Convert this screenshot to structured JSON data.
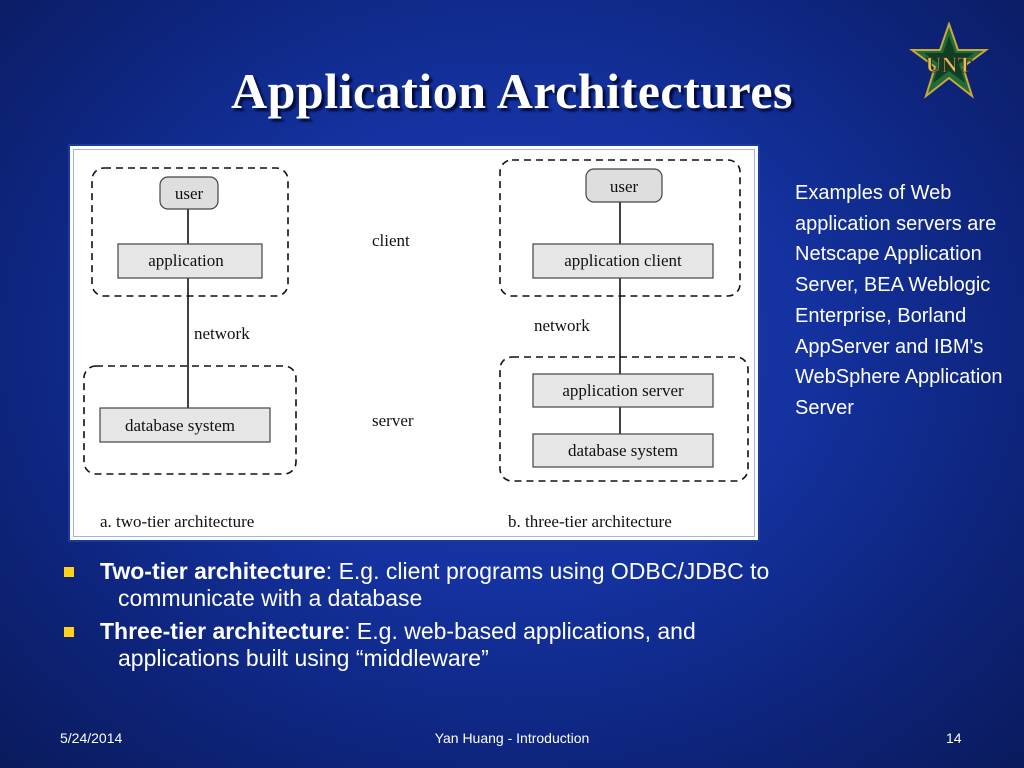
{
  "slide": {
    "title": "Application Architectures",
    "side_note": "Examples of Web application servers are Netscape Application Server, BEA Weblogic Enterprise, Borland AppServer and IBM's WebSphere Application Server",
    "bullets": [
      {
        "term": "Two-tier architecture",
        "rest_line1": ":  E.g. client programs using ODBC/JDBC to",
        "rest_line2": "communicate with a database"
      },
      {
        "term": "Three-tier architecture",
        "rest_line1": ": E.g. web-based applications, and",
        "rest_line2": "applications built using “middleware”"
      }
    ],
    "footer": {
      "date": "5/24/2014",
      "center": "Yan Huang - Introduction",
      "page": "14"
    },
    "logo_text": "UNT"
  },
  "diagram": {
    "two_tier": {
      "user": "user",
      "application": "application",
      "network": "network",
      "database": "database system",
      "caption": "a.  two-tier architecture"
    },
    "middle": {
      "client": "client",
      "server": "server"
    },
    "three_tier": {
      "user": "user",
      "application_client": "application client",
      "network": "network",
      "application_server": "application server",
      "database": "database system",
      "caption": "b.  three-tier architecture"
    }
  },
  "colors": {
    "accent_bullet": "#ffd21a",
    "box_fill": "#e6e6e6",
    "user_fill": "#dedede"
  }
}
